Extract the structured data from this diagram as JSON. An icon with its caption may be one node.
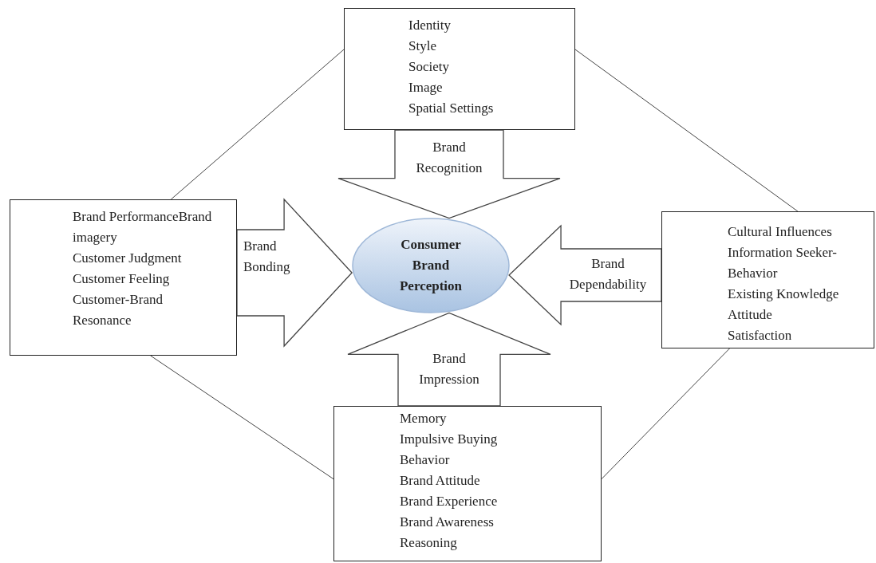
{
  "diagram": {
    "nodes": [
      {
        "text": [
          "Identity",
          "Style",
          "Society",
          "Image",
          "Spatial Settings"
        ]
      },
      {
        "text": [
          "Brand PerformanceBrand imagery",
          "Customer Judgment",
          "Customer Feeling",
          "Customer-Brand Resonance"
        ]
      },
      {
        "text": [
          "Consumer Brand Perception"
        ]
      },
      {
        "text": [
          "Cultural Influences",
          "Information Seeker- Behavior",
          "Existing Knowledge",
          "Attitude",
          "Satisfaction"
        ]
      },
      {
        "text": [
          "Memory",
          "Impulsive Buying Behavior",
          "Brand Attitude",
          "Brand Experience",
          "Brand Awareness",
          "Reasoning"
        ]
      }
    ],
    "edges": [
      {
        "from": 0,
        "to": 2,
        "arrow": "to",
        "label": "Brand Recognition",
        "style": "thick"
      },
      {
        "from": 1,
        "to": 2,
        "arrow": "to",
        "label": "Brand Bonding",
        "style": "thick"
      },
      {
        "from": 3,
        "to": 2,
        "arrow": "to",
        "label": "Brand Dependability",
        "style": "thick"
      },
      {
        "from": 4,
        "to": 2,
        "arrow": "to",
        "label": "Brand Impression",
        "style": "thick"
      },
      {
        "from": 0,
        "to": 1,
        "arrow": "none"
      },
      {
        "from": 0,
        "to": 3,
        "arrow": "none"
      },
      {
        "from": 1,
        "to": 4,
        "arrow": "none"
      },
      {
        "from": 3,
        "to": 4,
        "arrow": "none"
      }
    ]
  }
}
